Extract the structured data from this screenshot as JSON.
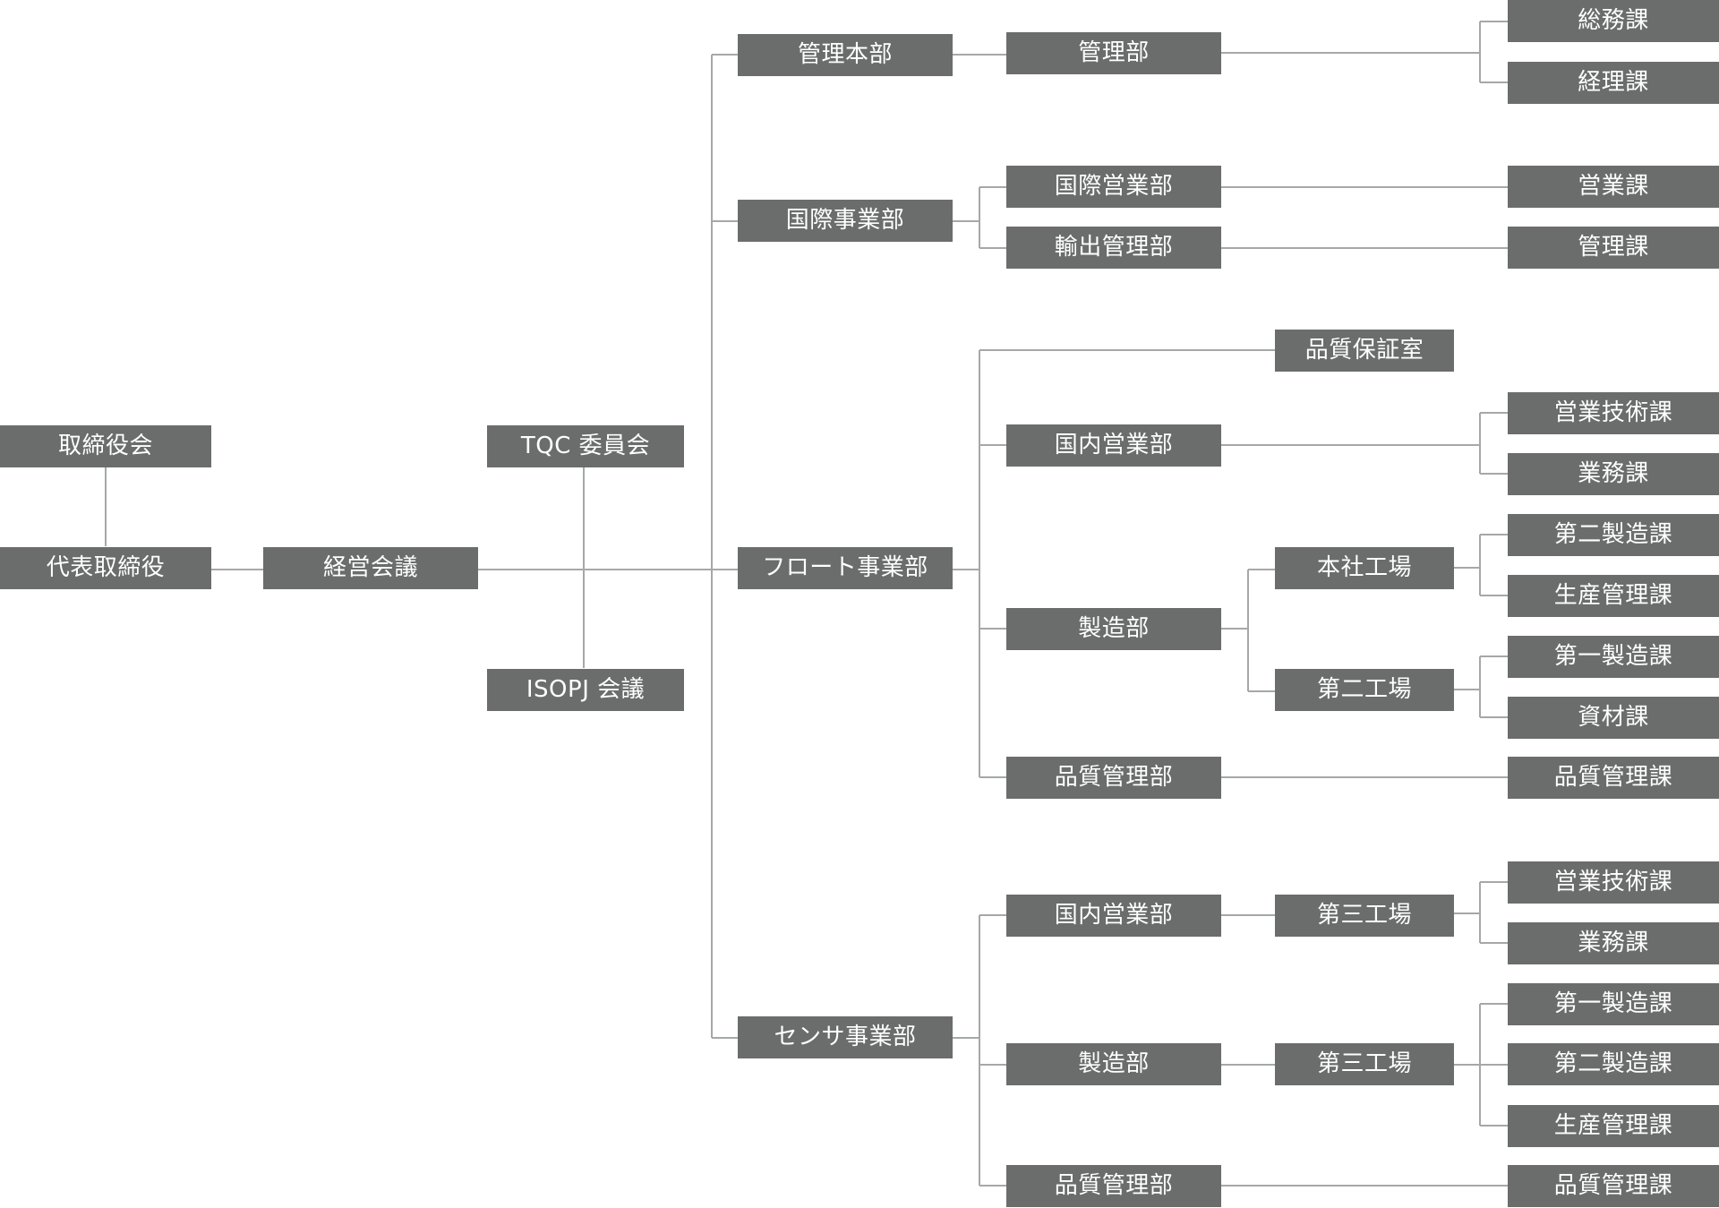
{
  "nodes": {
    "n_board": "取締役会",
    "n_ceo": "代表取締役",
    "n_mgmt_meeting": "経営会議",
    "n_tqc": "TQC 委員会",
    "n_isopj": "ISOPJ 会議",
    "n_admin_hq": "管理本部",
    "n_admin_dept": "管理部",
    "n_general_affairs": "総務課",
    "n_accounting": "経理課",
    "n_intl_div": "国際事業部",
    "n_intl_sales_dept": "国際営業部",
    "n_export_mgmt_dept": "輸出管理部",
    "n_intl_sales_sec": "営業課",
    "n_export_mgmt_sec": "管理課",
    "n_float_div": "フロート事業部",
    "n_qa_office": "品質保証室",
    "n_fl_domestic_sales": "国内営業部",
    "n_fl_sales_eng": "営業技術課",
    "n_fl_business": "業務課",
    "n_fl_mfg_dept": "製造部",
    "n_fl_hq_factory": "本社工場",
    "n_fl_second_factory": "第二工場",
    "n_fl_2nd_mfg_sec": "第二製造課",
    "n_fl_prod_mgmt_sec": "生産管理課",
    "n_fl_1st_mfg_sec": "第一製造課",
    "n_fl_materials_sec": "資材課",
    "n_fl_qc_dept": "品質管理部",
    "n_fl_qc_sec": "品質管理課",
    "n_sensor_div": "センサ事業部",
    "n_se_domestic_sales": "国内営業部",
    "n_se_third_factory_a": "第三工場",
    "n_se_sales_eng": "営業技術課",
    "n_se_business": "業務課",
    "n_se_mfg_dept": "製造部",
    "n_se_third_factory_b": "第三工場",
    "n_se_1st_mfg_sec": "第一製造課",
    "n_se_2nd_mfg_sec": "第二製造課",
    "n_se_prod_mgmt_sec": "生産管理課",
    "n_se_qc_dept": "品質管理部",
    "n_se_qc_sec": "品質管理課"
  },
  "colors": {
    "box_fill": "#6b6d6c",
    "box_text": "#ffffff",
    "connector": "#a6a8a7",
    "background": "#ffffff"
  }
}
